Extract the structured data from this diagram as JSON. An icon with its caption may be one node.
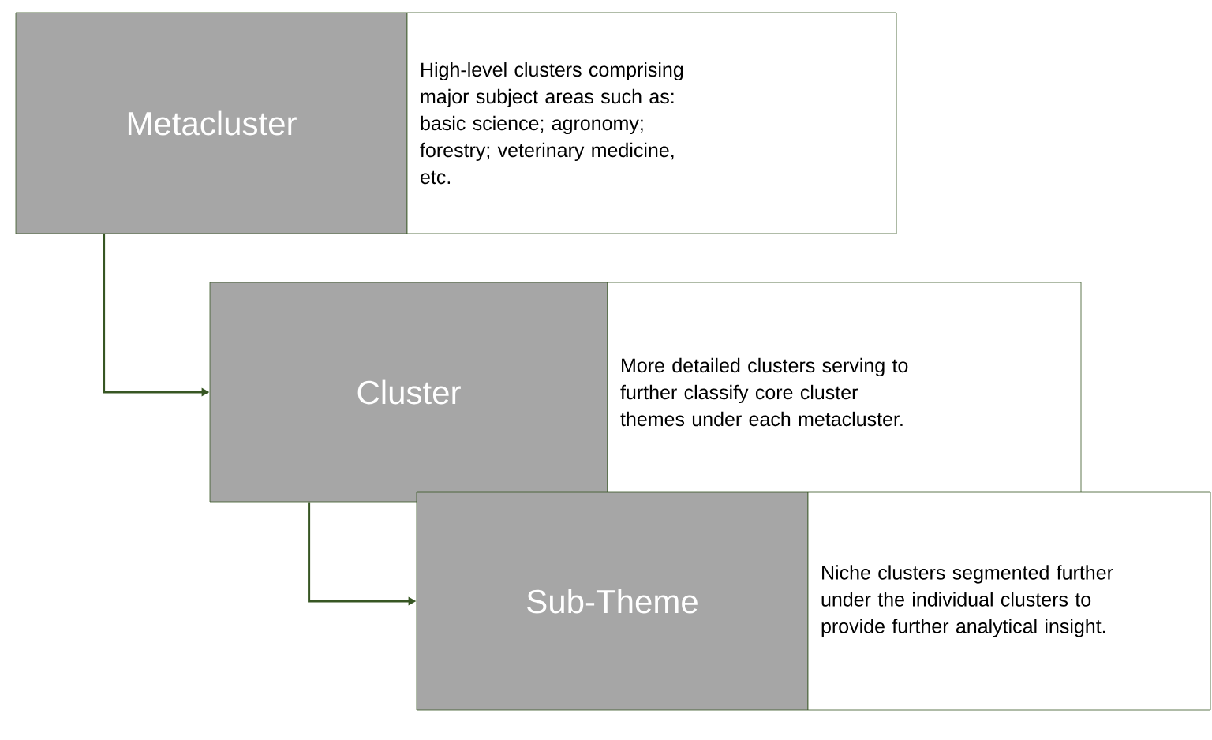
{
  "diagram": {
    "nodes": [
      {
        "text": [
          "Metacluster"
        ]
      },
      {
        "text": [
          "High-level clusters comprising major subject areas such as: basic science; agronomy; forestry; veterinary medicine, etc."
        ]
      },
      {
        "text": [
          "Cluster"
        ]
      },
      {
        "text": [
          "More detailed clusters serving to further classify core cluster themes under each metacluster."
        ]
      },
      {
        "text": [
          "Sub-Theme"
        ]
      },
      {
        "text": [
          "Niche clusters segmented further under the individual clusters to provide further analytical insight."
        ]
      }
    ],
    "edges": [
      {
        "from": 0,
        "to": 2,
        "arrow": "to"
      },
      {
        "from": 2,
        "to": 4,
        "arrow": "to"
      }
    ]
  }
}
